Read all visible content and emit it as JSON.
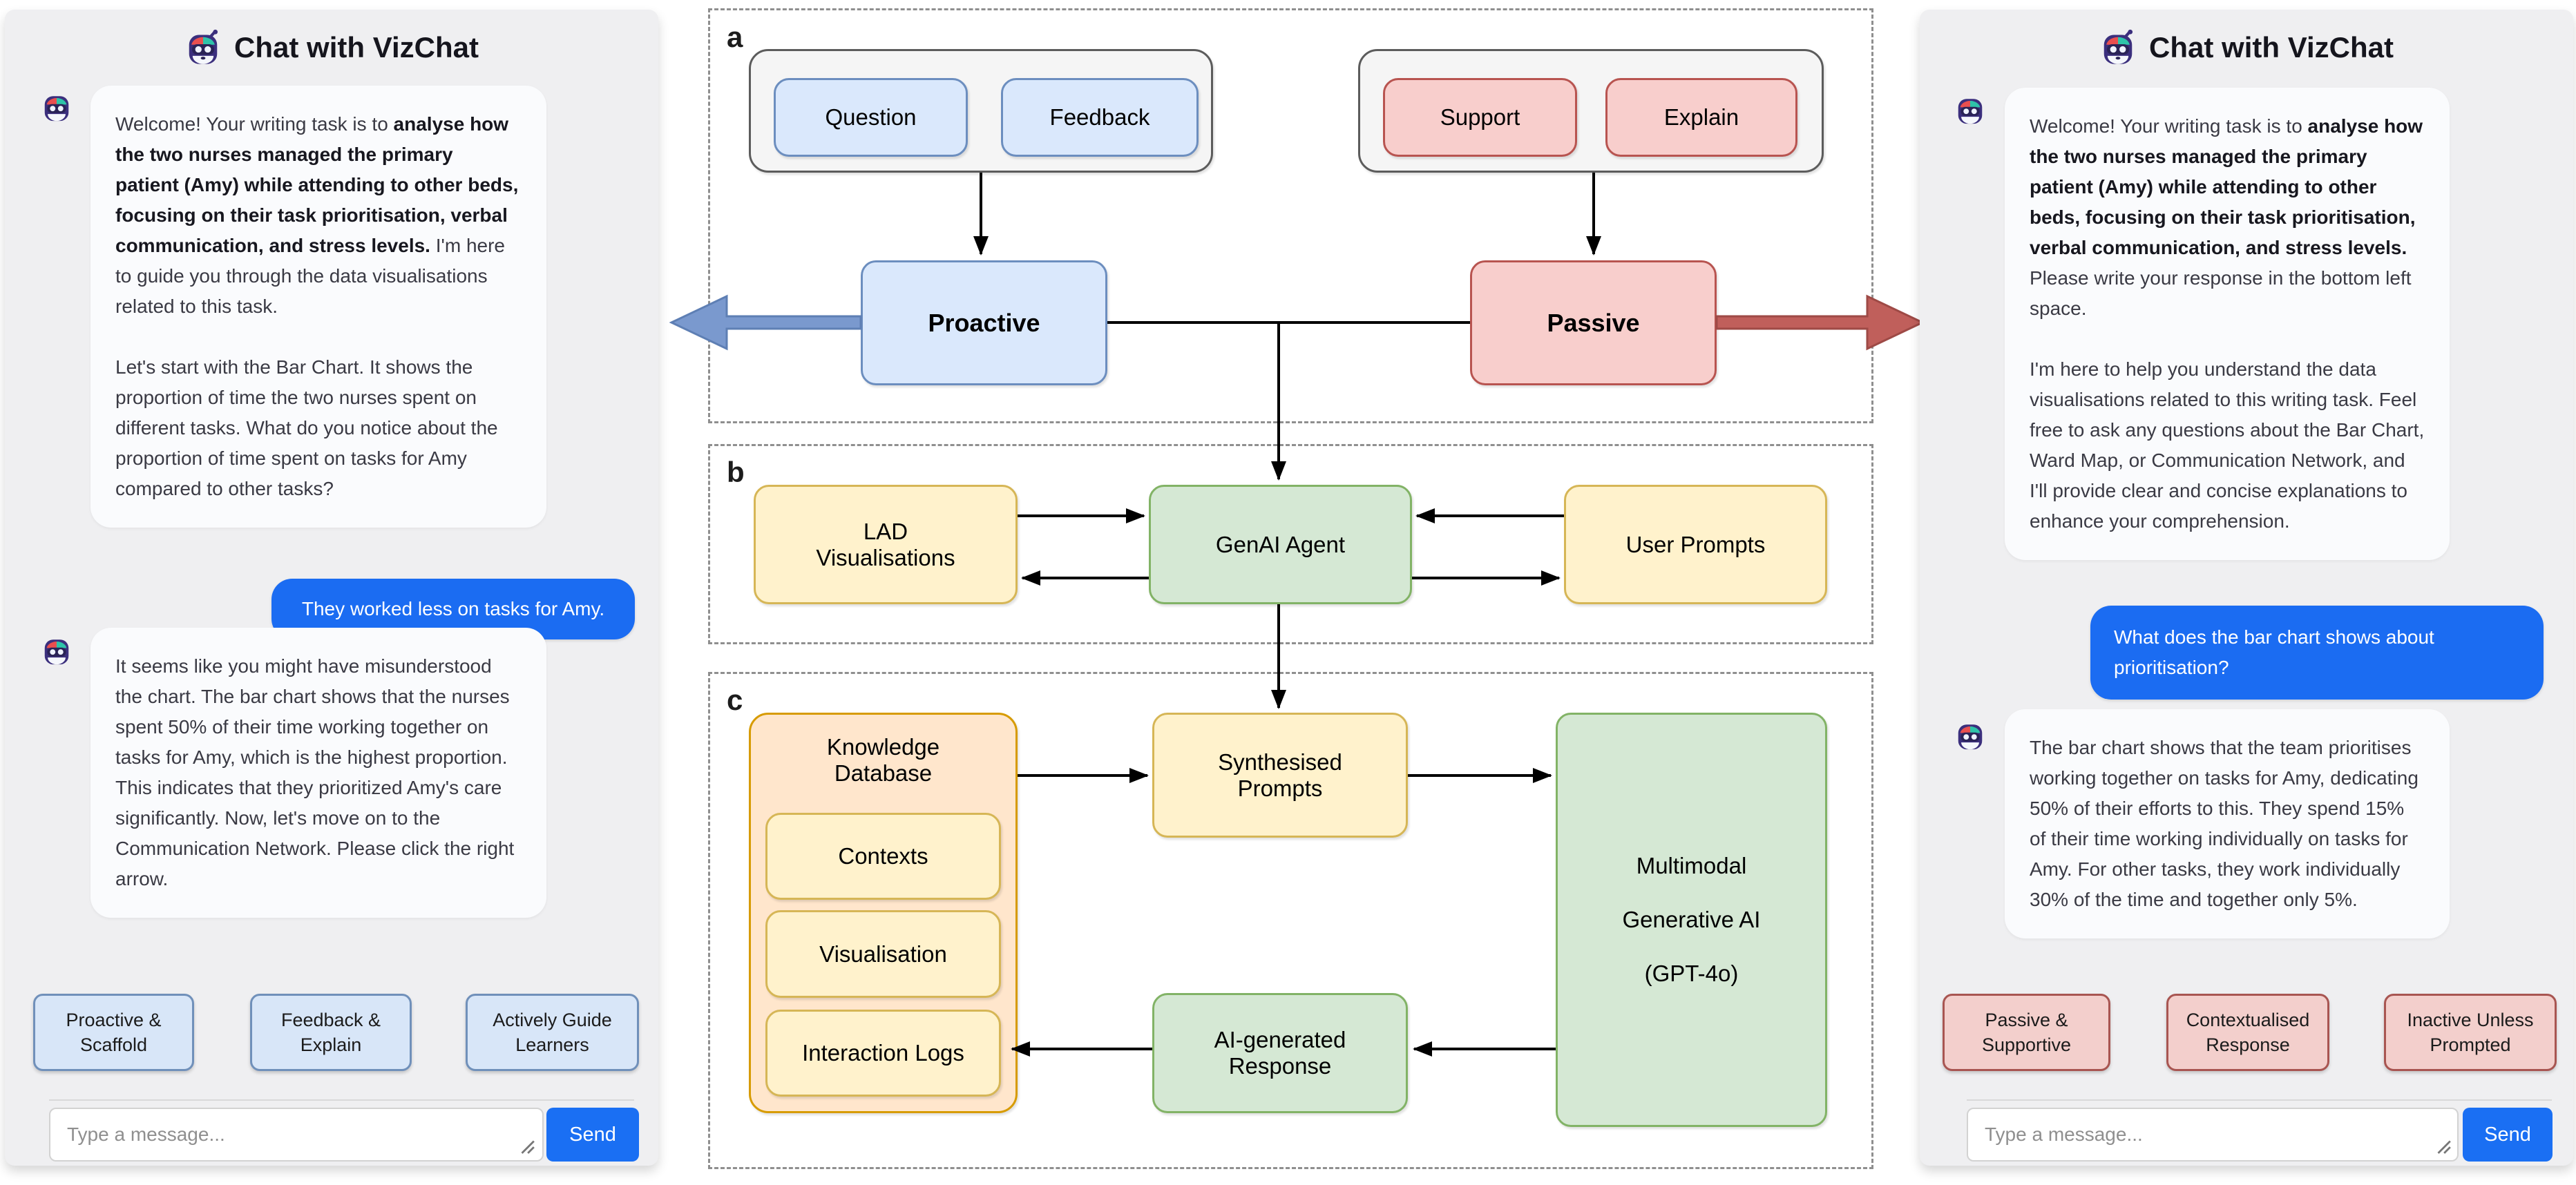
{
  "left_panel": {
    "title": "Chat with VizChat",
    "bot_message_1": {
      "intro": "Welcome! Your writing task is to ",
      "task_bold": "analyse how the two nurses managed the primary patient (Amy) while attending to other beds, focusing on their task prioritisation, verbal communication, and stress levels.",
      "outro": " I'm here to guide you through the data visualisations related to this task.",
      "followup": "Let's start with the Bar Chart. It shows the proportion of time the two nurses spent on different tasks. What do you notice about the proportion of time spent on tasks for Amy compared to other tasks?"
    },
    "user_message": "They worked less on tasks for Amy.",
    "bot_message_2": "It seems like you might have misunderstood the chart. The bar chart shows that the nurses spent 50% of their time working together on tasks for Amy, which is the highest proportion. This indicates that they prioritized Amy's care significantly. Now, let's move on to the Communication Network. Please click the right arrow.",
    "buttons": [
      "Proactive & Scaffold",
      "Feedback & Explain",
      "Actively Guide Learners"
    ],
    "input_placeholder": "Type a message...",
    "send_label": "Send"
  },
  "right_panel": {
    "title": "Chat with VizChat",
    "bot_message_1": {
      "intro": "Welcome! Your writing task is to ",
      "task_bold": "analyse how the two nurses managed the primary patient (Amy) while attending to other beds, focusing on their task prioritisation, verbal communication, and stress levels.",
      "outro": " Please write your response in the bottom left space.",
      "followup": "I'm here to help you understand the data visualisations related to this writing task. Feel free to ask any questions about the Bar Chart, Ward Map, or Communication Network, and I'll provide clear and concise explanations to enhance your comprehension."
    },
    "user_message": "What does the bar chart shows about prioritisation?",
    "bot_message_2": "The bar chart shows that the team prioritises working together on tasks for Amy, dedicating 50% of their efforts to this. They spend 15% of their time working individually on tasks for Amy. For other tasks, they work individually 30% of the time and together only 5%.",
    "buttons": [
      "Passive & Supportive",
      "Contextualised Response",
      "Inactive Unless Prompted"
    ],
    "input_placeholder": "Type a message...",
    "send_label": "Send"
  },
  "diagram": {
    "section_a": {
      "label": "a",
      "question": "Question",
      "feedback": "Feedback",
      "support": "Support",
      "explain": "Explain",
      "proactive": "Proactive",
      "passive": "Passive"
    },
    "section_b": {
      "label": "b",
      "lad_lines": [
        "LAD",
        "Visualisations"
      ],
      "genai_agent": "GenAI Agent",
      "user_prompts": "User Prompts"
    },
    "section_c": {
      "label": "c",
      "knowledge_db_lines": [
        "Knowledge",
        "Database"
      ],
      "contexts": "Contexts",
      "visualisation": "Visualisation",
      "interaction_logs": "Interaction Logs",
      "synthesised_lines": [
        "Synthesised",
        "Prompts"
      ],
      "multimodal_lines": [
        "Multimodal",
        "Generative AI",
        "(GPT-4o)"
      ],
      "ai_response_lines": [
        "AI-generated",
        "Response"
      ]
    }
  },
  "colors": {
    "blue_fill": "#dae8fc",
    "blue_stroke": "#6c8ebf",
    "red_fill": "#f8cecc",
    "red_stroke": "#b85450",
    "yellow_fill": "#fff2cc",
    "yellow_stroke": "#d6b656",
    "green_fill": "#d5e8d4",
    "green_stroke": "#82b366",
    "orange_fill": "#ffe6cc",
    "orange_stroke": "#d79b00",
    "user_bubble": "#1b6cf2",
    "send_btn": "#1a6ff3",
    "blue_arrow": "#7a99ce",
    "red_arrow": "#c05f5b"
  }
}
